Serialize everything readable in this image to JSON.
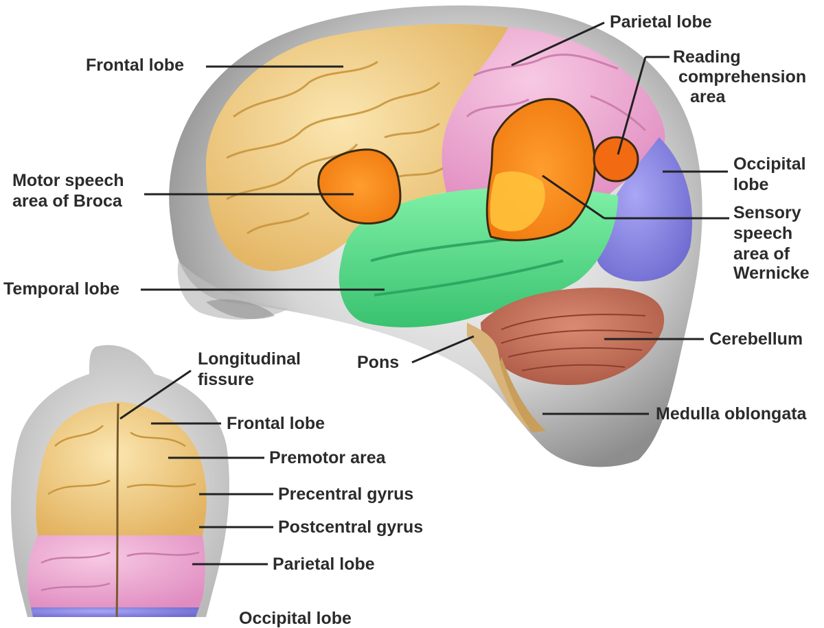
{
  "lateral_view": {
    "frontal_lobe": "Frontal lobe",
    "parietal_lobe": "Parietal lobe",
    "reading_area": [
      "Reading",
      "comprehension",
      "area"
    ],
    "broca": [
      "Motor speech",
      "area of Broca"
    ],
    "occipital_lobe": [
      "Occipital",
      "lobe"
    ],
    "wernicke": [
      "Sensory",
      "speech",
      "area of",
      "Wernicke"
    ],
    "temporal_lobe": "Temporal lobe",
    "cerebellum": "Cerebellum",
    "pons": "Pons",
    "medulla": "Medulla oblongata"
  },
  "superior_view": {
    "longitudinal_fissure": [
      "Longitudinal",
      "fissure"
    ],
    "frontal_lobe": "Frontal lobe",
    "premotor_area": "Premotor area",
    "precentral_gyrus": "Precentral gyrus",
    "postcentral_gyrus": "Postcentral gyrus",
    "parietal_lobe": "Parietal lobe",
    "occipital_lobe_partial": "Occipital lobe"
  },
  "colors": {
    "frontal": "#f0c97a",
    "parietal": "#efa8cf",
    "temporal": "#5ed98c",
    "occipital": "#8f8ce6",
    "cerebellum": "#c9705a",
    "speech_area": "#ff8a1c",
    "head_silhouette": "#a9a9a9"
  }
}
